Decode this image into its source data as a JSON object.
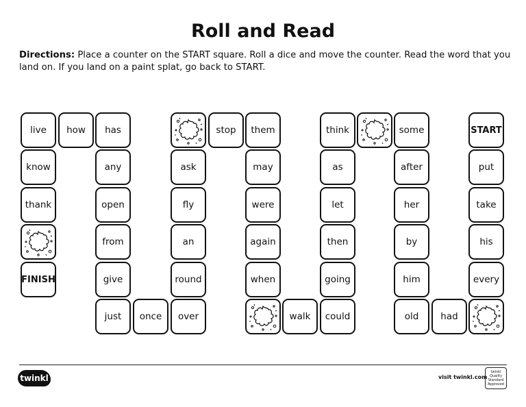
{
  "title": "Roll and Read",
  "directions": {
    "label": "Directions:",
    "text": " Place a counter on the START square. Roll a dice and move the counter. Read the word that you land on. If you land on a paint splat, go back to START."
  },
  "board": {
    "start": "START",
    "finish": "FINISH",
    "words": {
      "live": "live",
      "how": "how",
      "has": "has",
      "stop": "stop",
      "them": "them",
      "think": "think",
      "some": "some",
      "know": "know",
      "any": "any",
      "ask": "ask",
      "may": "may",
      "as": "as",
      "after": "after",
      "put": "put",
      "thank": "thank",
      "open": "open",
      "fly": "fly",
      "were": "were",
      "let": "let",
      "her": "her",
      "take": "take",
      "from": "from",
      "an": "an",
      "again": "again",
      "then": "then",
      "by": "by",
      "his": "his",
      "give": "give",
      "round": "round",
      "when": "when",
      "going": "going",
      "him": "him",
      "every": "every",
      "just": "just",
      "once": "once",
      "over": "over",
      "walk": "walk",
      "could": "could",
      "old": "old",
      "had": "had"
    }
  },
  "footer": {
    "logo": "twinkl",
    "visit": "visit twinkl.com",
    "badge": "twinkl Quality Standard Approved"
  }
}
